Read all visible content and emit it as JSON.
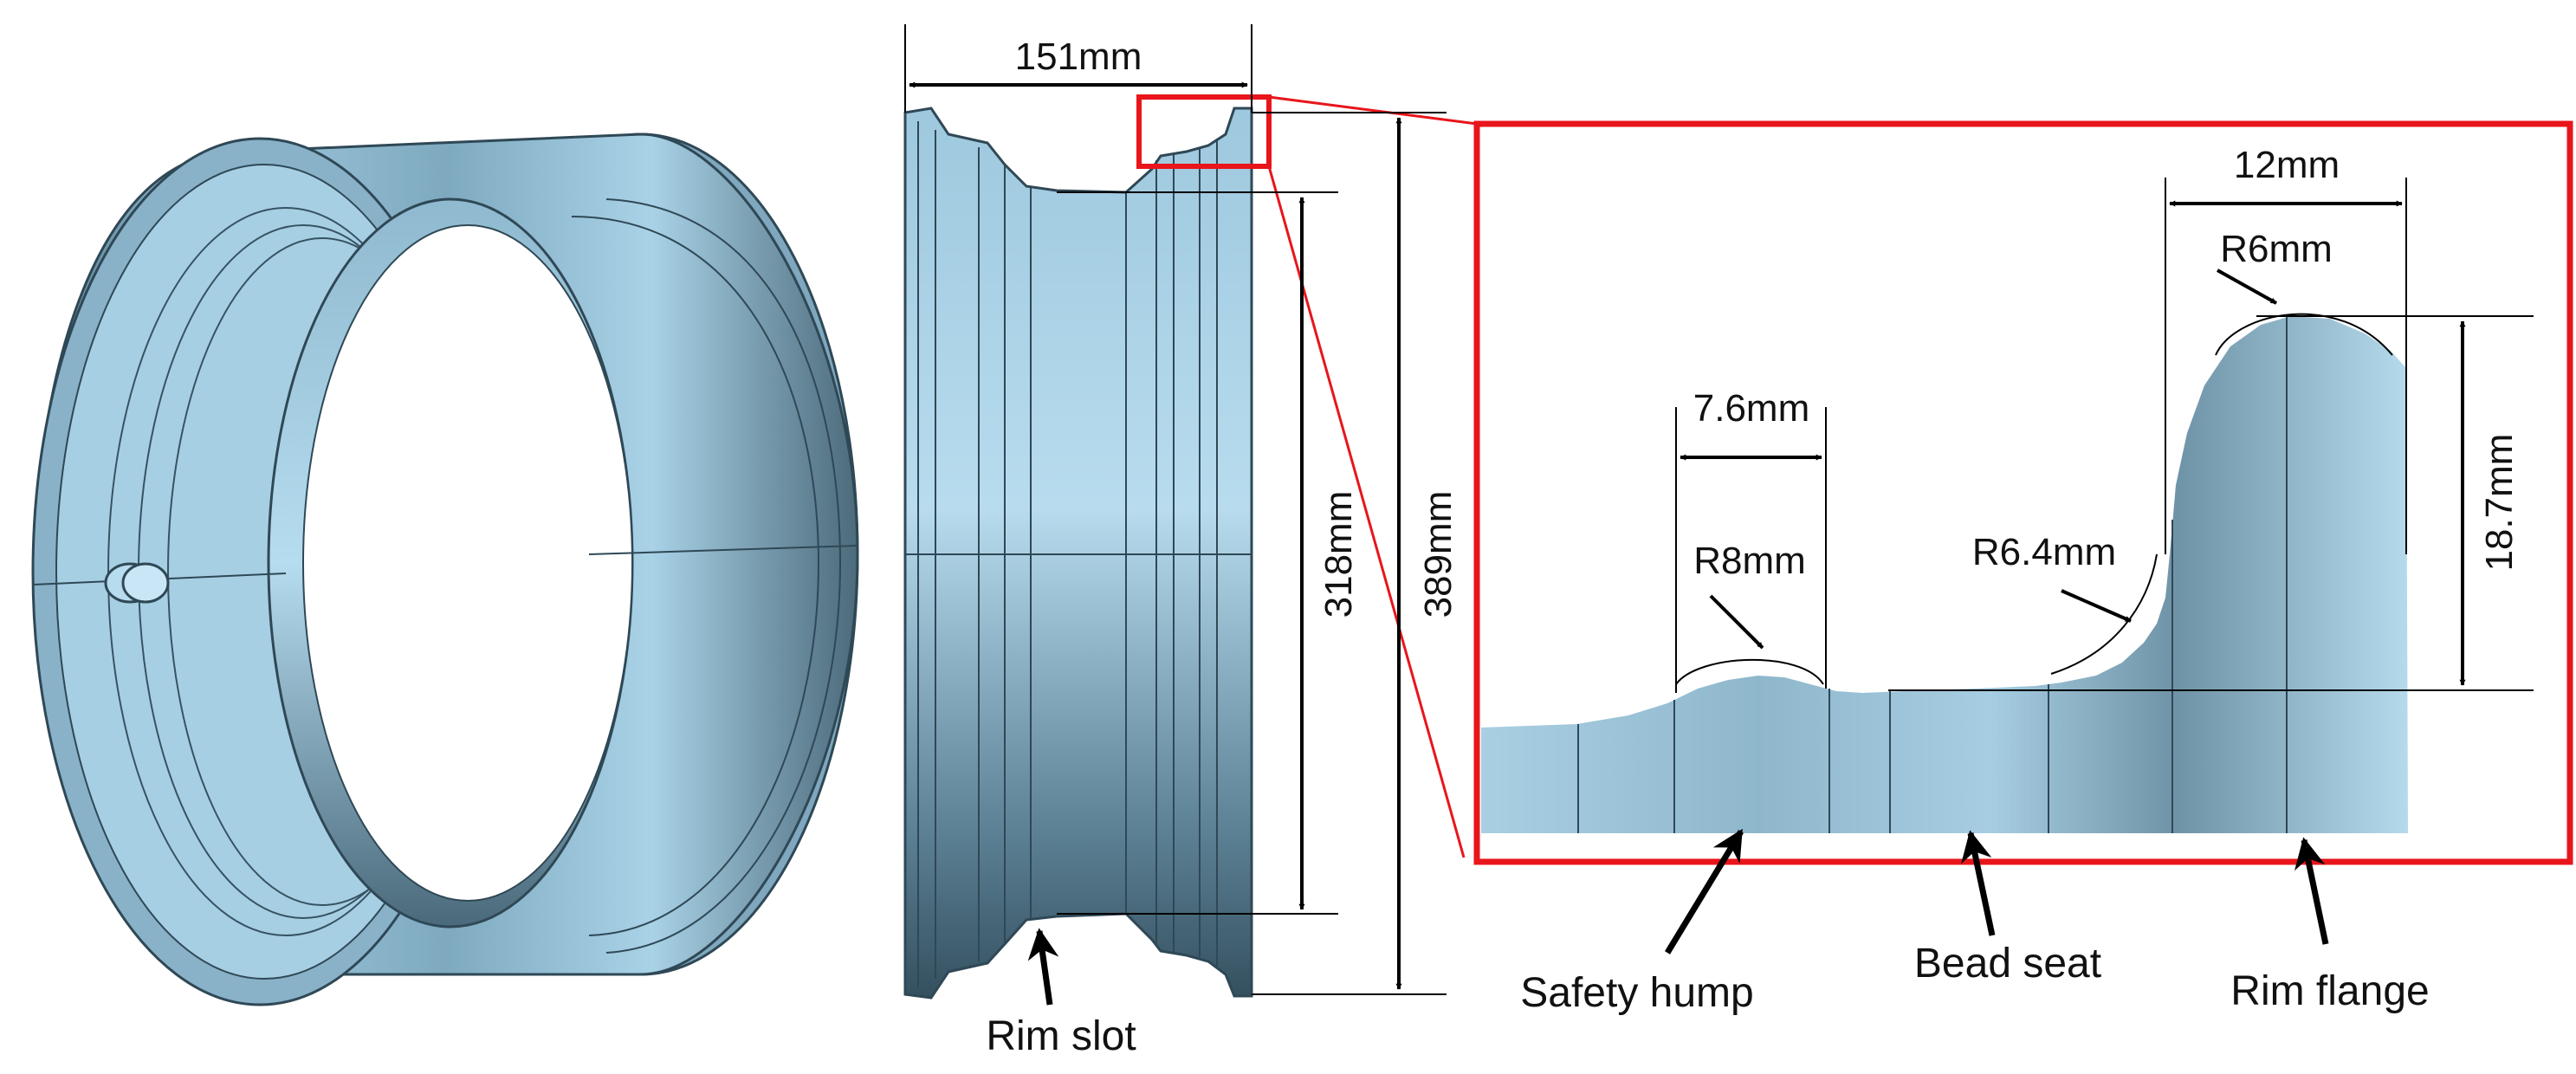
{
  "dimensions": {
    "overall_width": "151mm",
    "bead_diameter": "318mm",
    "flange_diameter": "389mm",
    "hump_width": "7.6mm",
    "hump_radius": "R8mm",
    "seat_radius": "R6.4mm",
    "flange_width": "12mm",
    "flange_radius": "R6mm",
    "flange_height": "18.7mm"
  },
  "labels": {
    "rim_slot": "Rim slot",
    "safety_hump": "Safety hump",
    "bead_seat": "Bead seat",
    "rim_flange": "Rim flange"
  },
  "colors": {
    "metal_light": "#a8d0e6",
    "metal_dark": "#3b5665",
    "highlight_box": "#e8151b",
    "dimension_line": "#000000"
  }
}
